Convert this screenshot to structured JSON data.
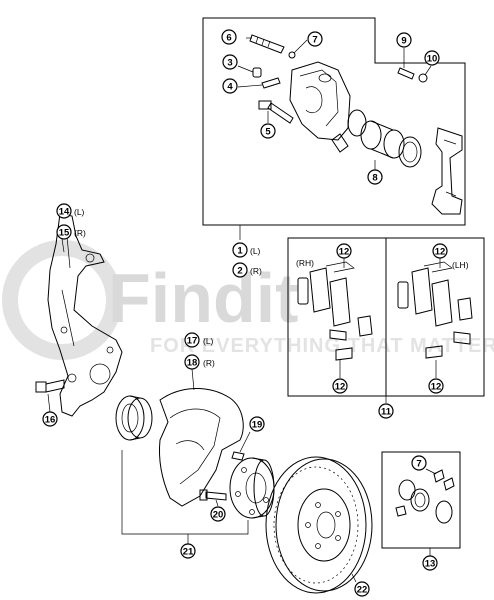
{
  "watermark": {
    "logo_text": "Findit",
    "tagline": "FOR EVERYTHING THAT MATTERS",
    "color": "#d9d9d9",
    "accent_color": "#c81e1e"
  },
  "callouts": [
    {
      "id": "c1",
      "num": "1",
      "tag": "(L)"
    },
    {
      "id": "c2",
      "num": "2",
      "tag": "(R)"
    },
    {
      "id": "c3",
      "num": "3",
      "tag": ""
    },
    {
      "id": "c4",
      "num": "4",
      "tag": ""
    },
    {
      "id": "c5",
      "num": "5",
      "tag": ""
    },
    {
      "id": "c6",
      "num": "6",
      "tag": ""
    },
    {
      "id": "c7",
      "num": "7",
      "tag": ""
    },
    {
      "id": "c8",
      "num": "8",
      "tag": ""
    },
    {
      "id": "c9",
      "num": "9",
      "tag": ""
    },
    {
      "id": "c10",
      "num": "10",
      "tag": ""
    },
    {
      "id": "c11",
      "num": "11",
      "tag": ""
    },
    {
      "id": "c12a",
      "num": "12",
      "tag": ""
    },
    {
      "id": "c12b",
      "num": "12",
      "tag": ""
    },
    {
      "id": "c12c",
      "num": "12",
      "tag": ""
    },
    {
      "id": "c12d",
      "num": "12",
      "tag": ""
    },
    {
      "id": "c13",
      "num": "13",
      "tag": ""
    },
    {
      "id": "c14",
      "num": "14",
      "tag": "(L)"
    },
    {
      "id": "c15",
      "num": "15",
      "tag": "(R)"
    },
    {
      "id": "c16",
      "num": "16",
      "tag": ""
    },
    {
      "id": "c17",
      "num": "17",
      "tag": "(L)"
    },
    {
      "id": "c18",
      "num": "18",
      "tag": "(R)"
    },
    {
      "id": "c19",
      "num": "19",
      "tag": ""
    },
    {
      "id": "c20",
      "num": "20",
      "tag": ""
    },
    {
      "id": "c21",
      "num": "21",
      "tag": ""
    },
    {
      "id": "c22",
      "num": "22",
      "tag": ""
    },
    {
      "id": "c7b",
      "num": "7",
      "tag": ""
    }
  ],
  "panel_labels": {
    "rh": "(RH)",
    "lh": "(LH)"
  }
}
